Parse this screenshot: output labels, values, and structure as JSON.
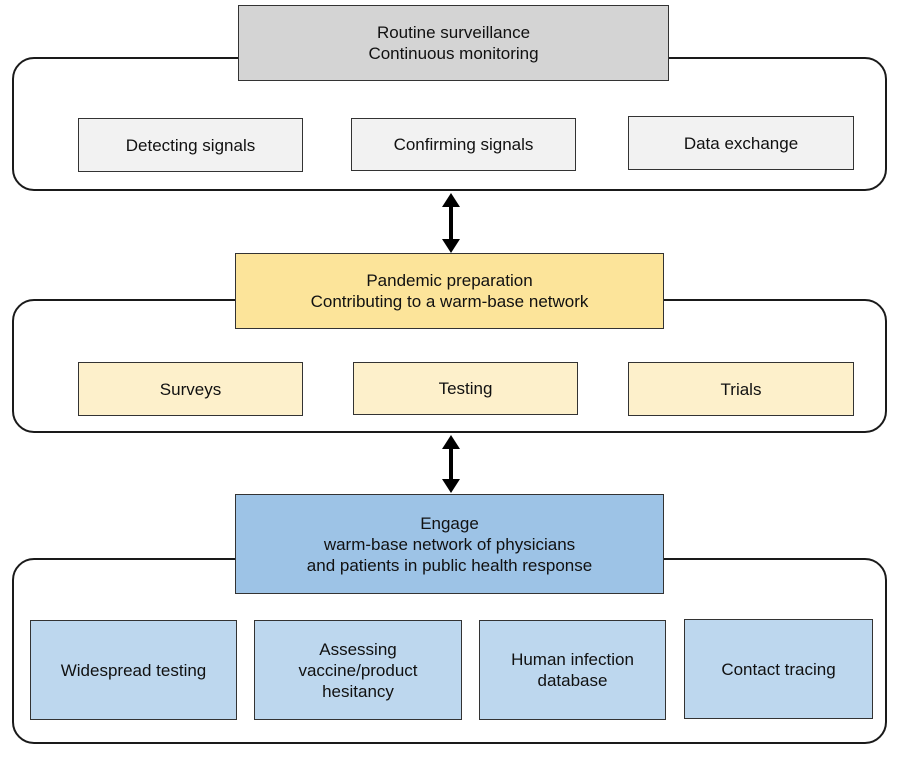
{
  "sections": [
    {
      "title_lines": [
        "Routine surveillance",
        "Continuous monitoring"
      ],
      "items": [
        {
          "label": "Detecting signals"
        },
        {
          "label": "Confirming signals"
        },
        {
          "label": "Data exchange"
        }
      ]
    },
    {
      "title_lines": [
        "Pandemic preparation",
        "Contributing to a warm-base network"
      ],
      "items": [
        {
          "label": "Surveys"
        },
        {
          "label": "Testing"
        },
        {
          "label": "Trials"
        }
      ]
    },
    {
      "title_lines": [
        "Engage",
        "warm-base network of physicians",
        "and patients in public health response"
      ],
      "items": [
        {
          "lines": [
            "Widespread testing"
          ]
        },
        {
          "lines": [
            "Assessing",
            "vaccine/product",
            "hesitancy"
          ]
        },
        {
          "lines": [
            "Human infection",
            "database"
          ]
        },
        {
          "lines": [
            "Contact tracing"
          ]
        }
      ]
    }
  ],
  "colors": {
    "surveillance_title": "#d4d4d4",
    "surveillance_item": "#f2f2f2",
    "preparation_title": "#fce49a",
    "preparation_item": "#fdf0cb",
    "engage_title": "#9dc3e6",
    "engage_item": "#bdd7ee"
  },
  "arrows": [
    {
      "name": "bidirectional-arrow-icon",
      "between": [
        "Routine surveillance",
        "Pandemic preparation"
      ]
    },
    {
      "name": "bidirectional-arrow-icon",
      "between": [
        "Pandemic preparation",
        "Engage"
      ]
    }
  ]
}
